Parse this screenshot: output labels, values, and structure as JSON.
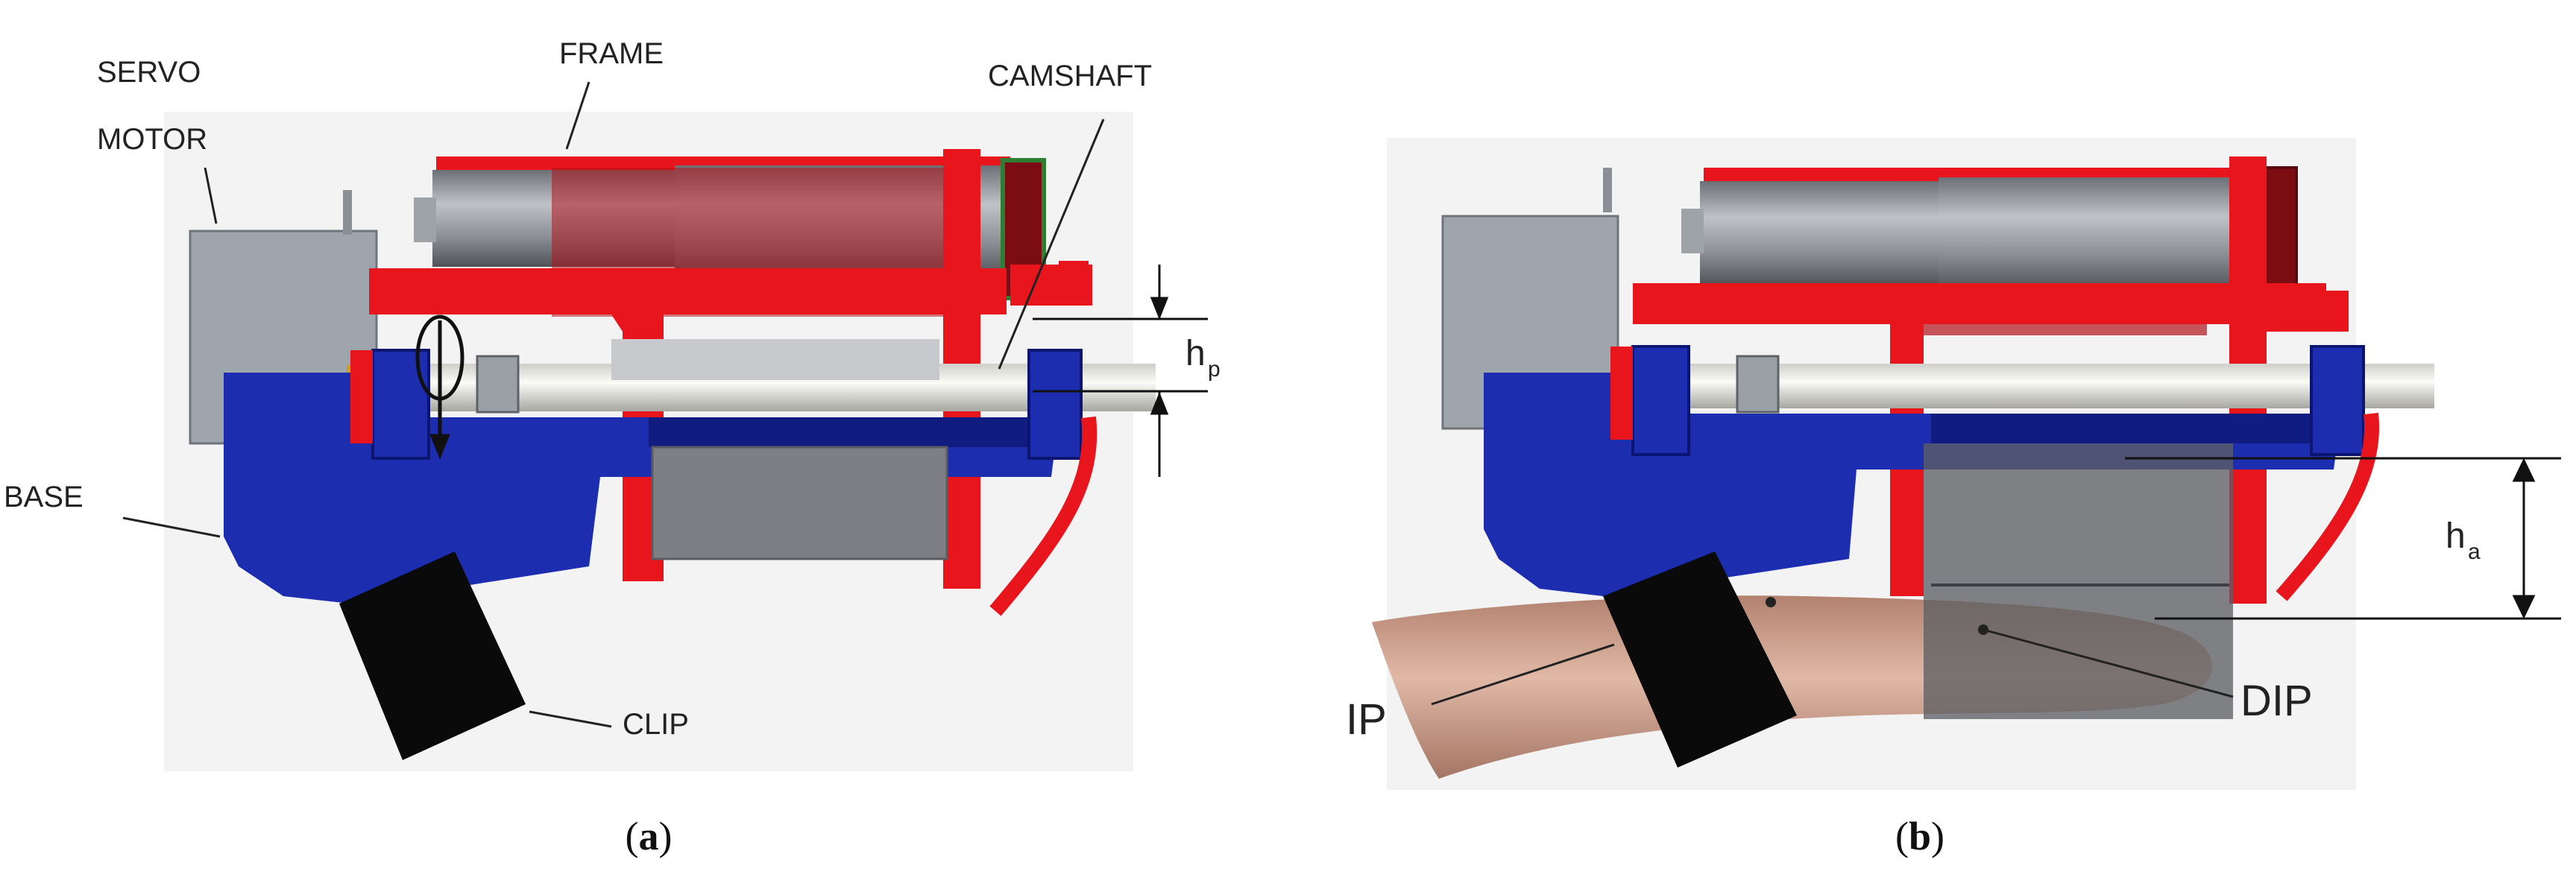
{
  "panels": {
    "a": {
      "caption": {
        "open": "(",
        "letter": "a",
        "close": ")"
      },
      "labels": {
        "servo_line1": "SERVO",
        "servo_line2": "MOTOR",
        "frame": "FRAME",
        "camshaft": "CAMSHAFT",
        "base": "BASE",
        "clip": "CLIP",
        "dim_main": "h",
        "dim_sub": "p"
      }
    },
    "b": {
      "caption": {
        "open": "(",
        "letter": "b",
        "close": ")"
      },
      "labels": {
        "ip": "IP",
        "dip": "DIP",
        "dim_main": "h",
        "dim_sub": "a"
      }
    }
  },
  "colors": {
    "frame_red": "#e8161c",
    "frame_dark_red": "#b0101a",
    "base_blue": "#1c2db0",
    "base_dark_blue": "#101c80",
    "servo_gray": "#9ea5ac",
    "motor_gray": "#8d9197",
    "clip_black": "#0a0a0a",
    "finger_skin": "#c99a86",
    "shaft_white": "#e8e8e2",
    "pad_gray": "#7d7f84",
    "background": "#f3f3f3"
  }
}
